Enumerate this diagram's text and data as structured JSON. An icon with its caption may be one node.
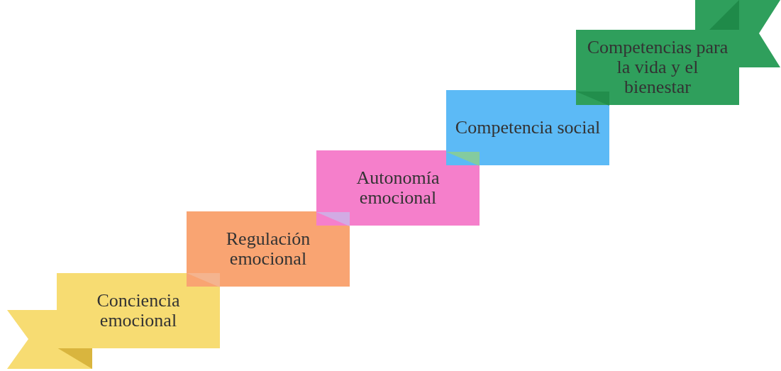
{
  "diagram": {
    "nodes": [
      {
        "text": [
          "Conciencia emocional"
        ]
      },
      {
        "text": [
          "Regulación emocional"
        ]
      },
      {
        "text": [
          "Autonomía emocional"
        ]
      },
      {
        "text": [
          "Competencia social"
        ]
      },
      {
        "text": [
          "Competencias para la vida y el bienestar"
        ]
      }
    ]
  }
}
